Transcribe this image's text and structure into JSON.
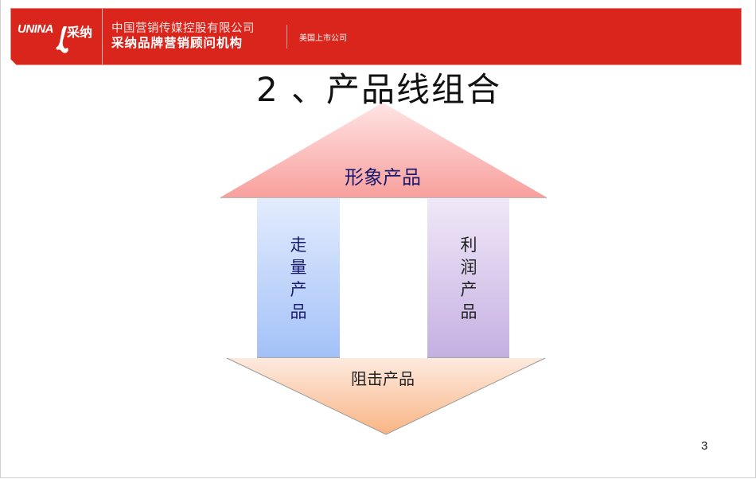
{
  "header": {
    "logo_latin": "UNINA",
    "logo_cn": "采纳",
    "company_line1": "中国营销传媒控股有限公司",
    "company_line2": "采纳品牌营销顾问机构",
    "listed_badge": "美国上市公司",
    "brand_color": "#d9251c"
  },
  "slide": {
    "title": "2 、产品线组合",
    "page_number": "3"
  },
  "diagram": {
    "top_triangle": {
      "label": "形象产品",
      "gradient": [
        "#ffe2e2",
        "#f9a3a0"
      ]
    },
    "left_pillar": {
      "label_chars": [
        "走",
        "量",
        "产",
        "品"
      ],
      "gradient": [
        "#e2ebfd",
        "#a5c3f8"
      ]
    },
    "right_pillar": {
      "label_chars": [
        "利",
        "润",
        "产",
        "品"
      ],
      "gradient": [
        "#efe7f7",
        "#c6b2e2"
      ]
    },
    "bottom_triangle": {
      "label": "阻击产品",
      "gradient": [
        "#fde9dc",
        "#f9b98a"
      ]
    }
  }
}
